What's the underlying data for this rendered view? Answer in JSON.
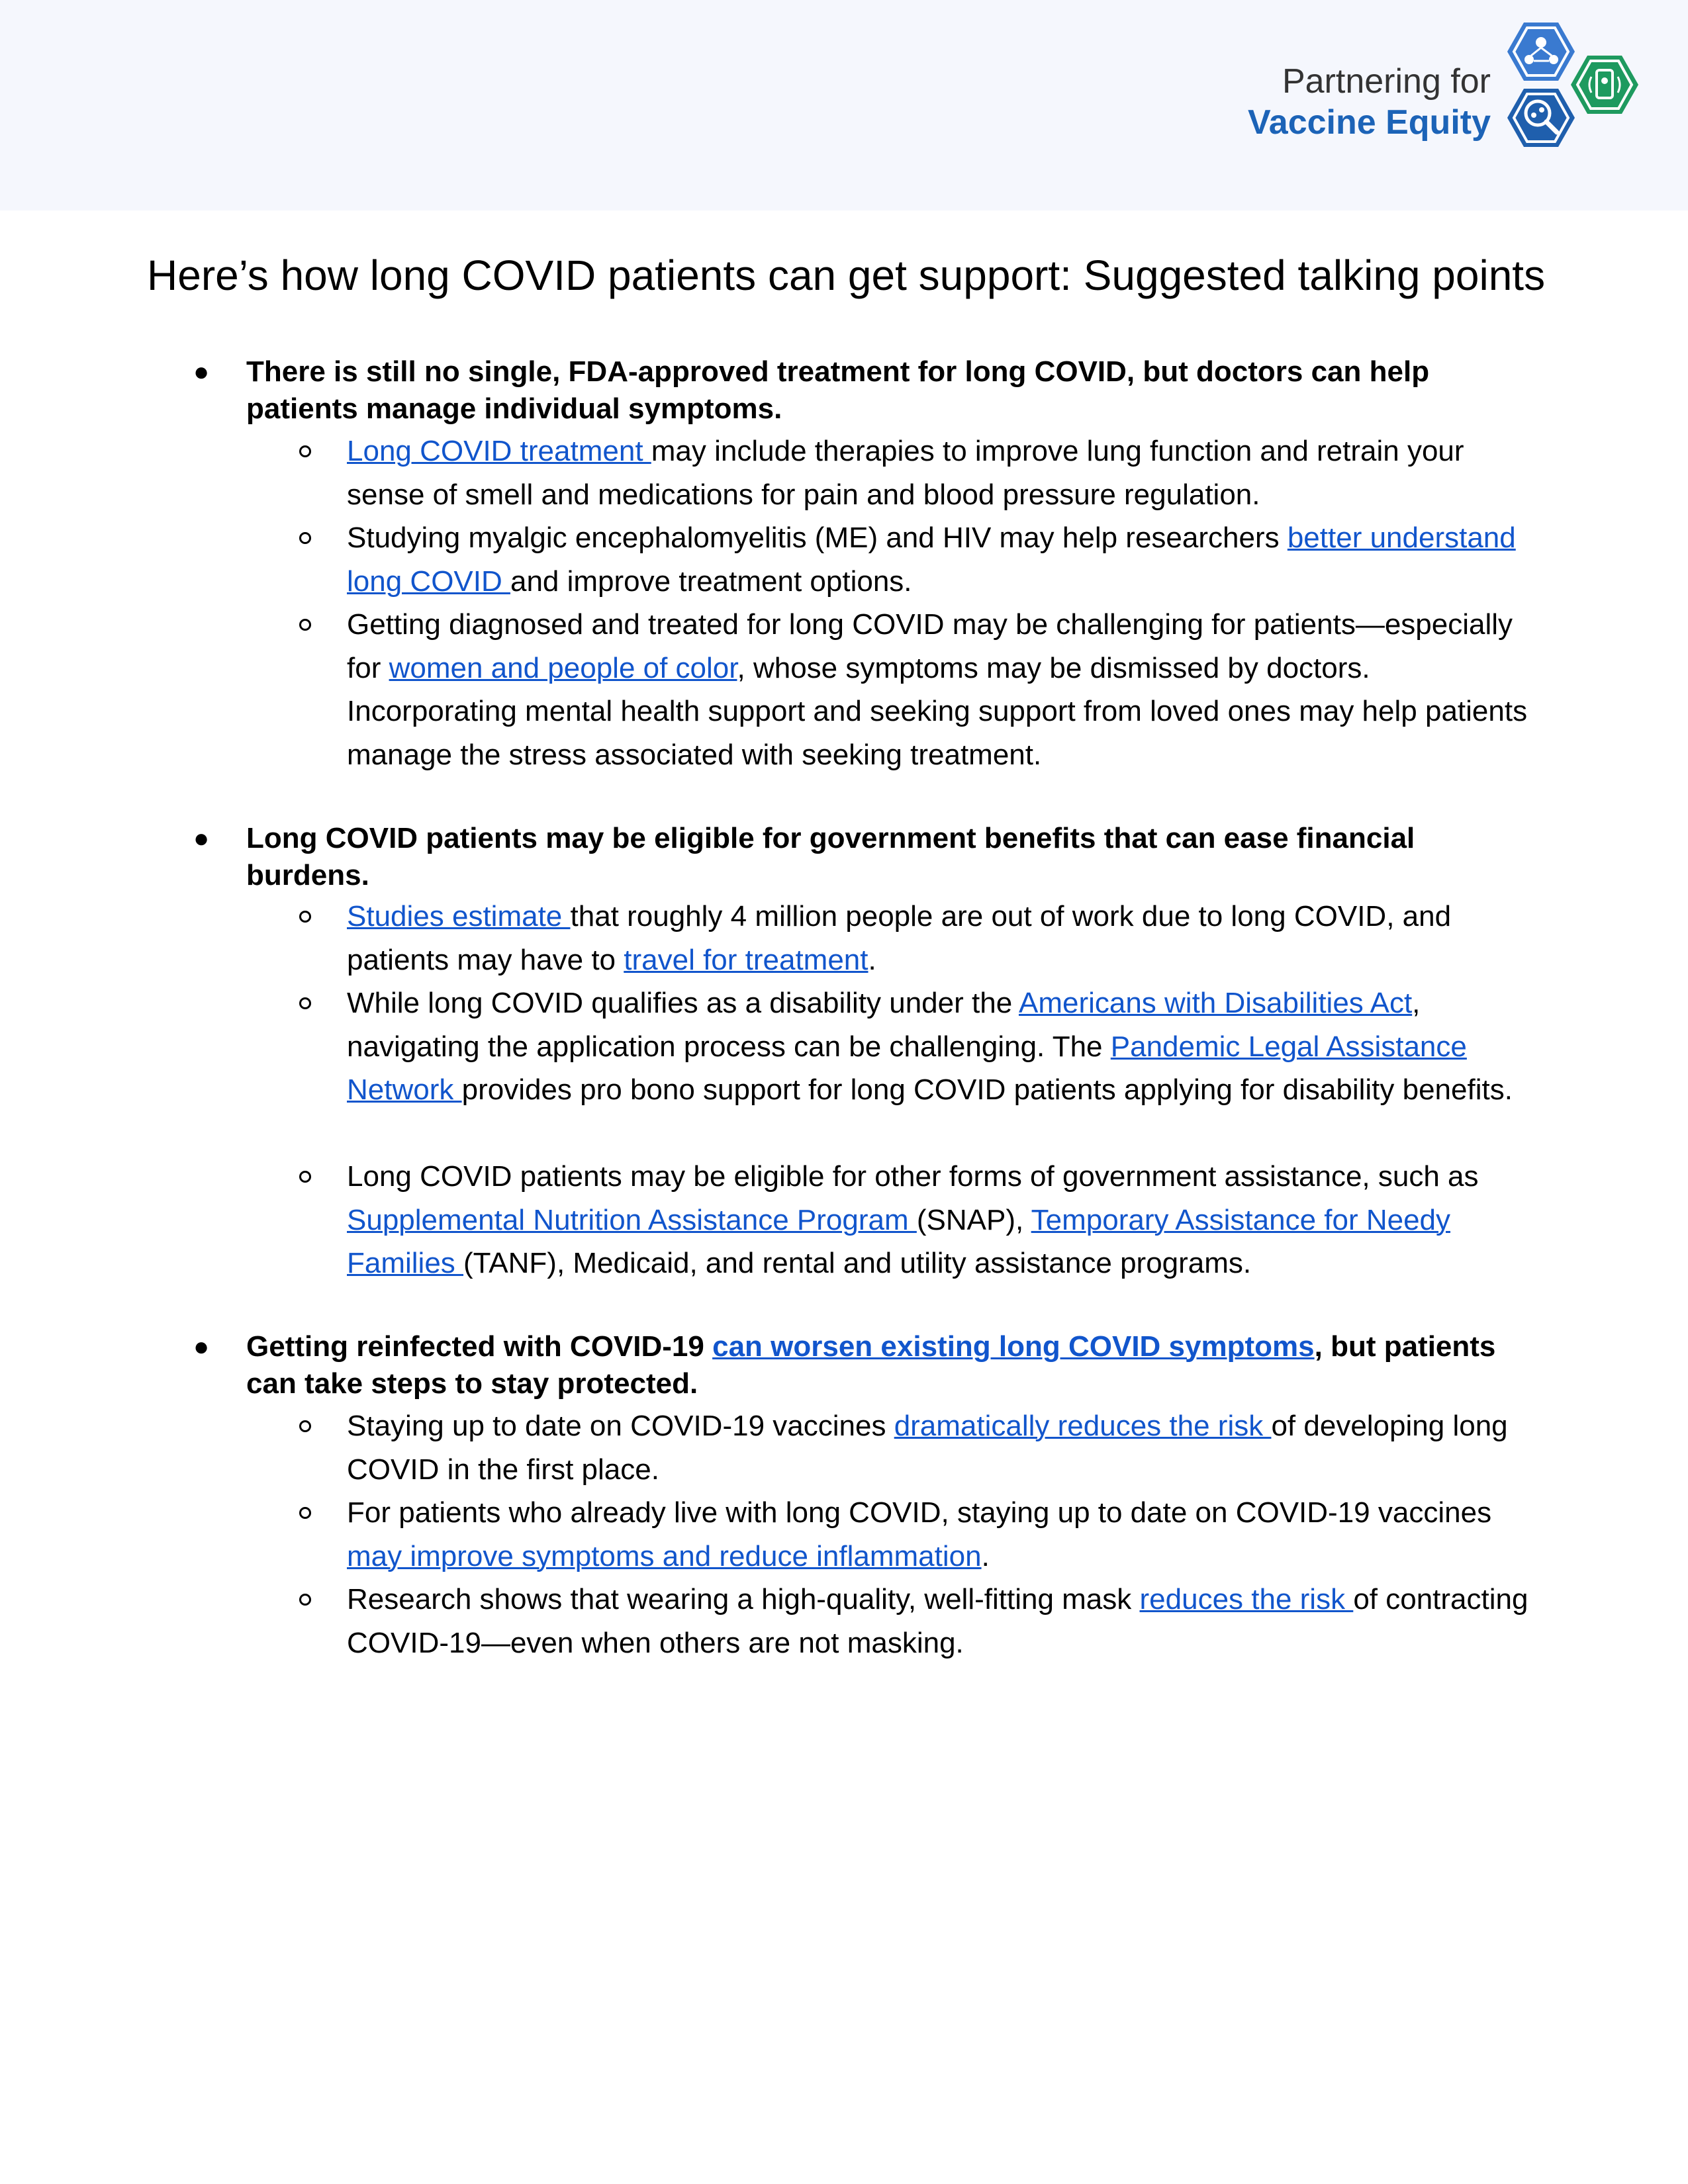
{
  "header": {
    "brand_line1": "Partnering for",
    "brand_line2": "Vaccine Equity",
    "colors": {
      "navy": "#1c63b7",
      "blue": "#3a7ad0",
      "green": "#1e9a5f",
      "background": "#f5f7fd"
    }
  },
  "title": "Here’s how long COVID patients can get support: Suggested talking points",
  "sections": [
    {
      "heading": "There is still no single, FDA-approved treatment for long COVID, but doctors can help patients manage individual symptoms.",
      "items": [
        {
          "l1": "Long COVID treatment ",
          "t1": "may include therapies to improve lung function and retrain your sense of smell and medications for pain and blood pressure regulation."
        },
        {
          "t1": "Studying myalgic encephalomyelitis (ME) and HIV may help researchers ",
          "l1": "better understand long COVID ",
          "t2": "and improve treatment options."
        },
        {
          "t1": "Getting diagnosed and treated for long COVID may be challenging for patients—especially for ",
          "l1": "women and people of color",
          "t2": ", whose symptoms may be dismissed by doctors. Incorporating mental health support and seeking support from loved ones may help patients manage the stress associated with seeking treatment."
        }
      ]
    },
    {
      "heading": "Long COVID patients may be eligible for government benefits that can ease financial burdens.",
      "items": [
        {
          "l1": "Studies estimate ",
          "t1": "that roughly 4 million people are out of work due to long COVID, and patients may have to ",
          "l2": "travel for treatment",
          "t2": "."
        },
        {
          "t1": "While long COVID qualifies as a disability under the ",
          "l1": "Americans with Disabilities Act",
          "t2": ", navigating the application process can be challenging. The ",
          "l2": "Pandemic Legal Assistance Network ",
          "t3": "provides pro bono support for long COVID patients applying for disability benefits."
        },
        {
          "t1": "Long COVID patients may be eligible for other forms of government assistance, such as ",
          "l1": "Supplemental Nutrition Assistance Program ",
          "t2": "(SNAP), ",
          "l2": "Temporary Assistance for Needy Families ",
          "t3": "(TANF), Medicaid, and rental and utility assistance programs."
        }
      ]
    },
    {
      "heading_t1": "Getting reinfected with COVID-19 ",
      "heading_link": "can worsen existing long COVID symptoms",
      "heading_t2": ", but patients can take steps to stay protected.",
      "items": [
        {
          "t1": "Staying up to date on COVID-19 vaccines ",
          "l1": "dramatically reduces the risk ",
          "t2": "of developing long COVID in the first place."
        },
        {
          "t1": "For patients who already live with long COVID, staying up to date on COVID-19 vaccines ",
          "l1": "may improve symptoms and reduce inflammation",
          "t2": "."
        },
        {
          "t1": "Research shows that wearing a high-quality, well-fitting mask ",
          "l1": "reduces the risk ",
          "t2": "of contracting COVID-19—even when others are not masking."
        }
      ]
    }
  ]
}
